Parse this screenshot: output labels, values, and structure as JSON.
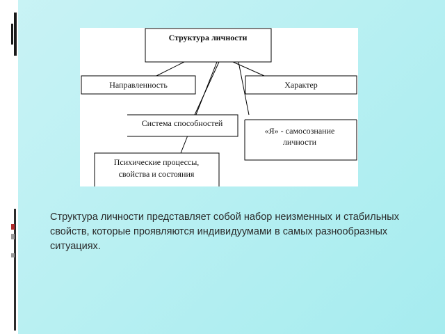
{
  "diagram": {
    "root": "Структура личности",
    "left_1": "Направленность",
    "right_1": "Характер",
    "center_2": "Система способностей",
    "right_2_line1": "«Я» - самосознание",
    "right_2_line2": "личности",
    "left_3_line1": "Психические процессы,",
    "left_3_line2": "свойства и состояния"
  },
  "body": {
    "paragraph": "Структура личности представляет собой набор неизменных и стабильных свойств, которые проявляются индивидуумами в самых разнообразных ситуациях."
  },
  "colors": {
    "background": "#b8eff2",
    "panel": "#ffffff",
    "text": "#2a2a2a"
  }
}
